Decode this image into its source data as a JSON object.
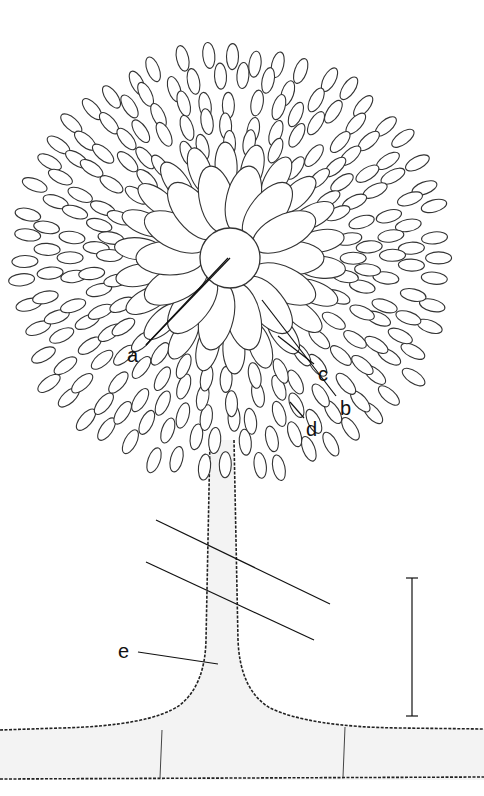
{
  "diagram": {
    "labels": [
      "a",
      "b",
      "c",
      "d",
      "e"
    ]
  }
}
